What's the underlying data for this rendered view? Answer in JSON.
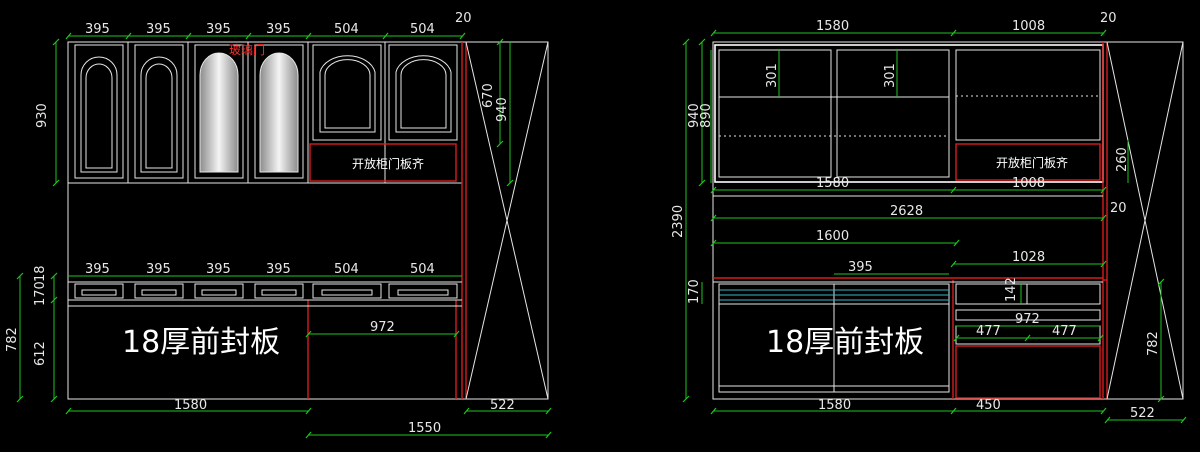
{
  "left": {
    "top_widths": [
      "395",
      "395",
      "395",
      "395",
      "504",
      "504"
    ],
    "top_right_gap": "20",
    "glass_door_label": "玻璃门",
    "upper_height": "930",
    "right_h1": "670",
    "right_h2": "940",
    "open_panel_label": "开放柜门板齐",
    "mid_widths": [
      "395",
      "395",
      "395",
      "395",
      "504",
      "504"
    ],
    "h18": "18",
    "h170": "170",
    "h612": "612",
    "h782": "782",
    "front_panel_label": "18厚前封板",
    "w972": "972",
    "w1580": "1580",
    "w522": "522",
    "w1550": "1550"
  },
  "right": {
    "top_w1": "1580",
    "top_w2": "1008",
    "top_gap": "20",
    "h940": "940",
    "h890": "890",
    "h301a": "301",
    "h301b": "301",
    "open_panel_label": "开放柜门板齐",
    "h260": "260",
    "mid_w1": "1580",
    "mid_w2": "1008",
    "h2390": "2390",
    "w2628": "2628",
    "gap20": "20",
    "w1600": "1600",
    "w1028": "1028",
    "w395": "395",
    "h142": "142",
    "h170": "170",
    "front_panel_label": "18厚前封板",
    "w972": "972",
    "w477a": "477",
    "w477b": "477",
    "h782": "782",
    "bot_w1": "1580",
    "bot_w2": "450",
    "bot_w3": "522"
  }
}
